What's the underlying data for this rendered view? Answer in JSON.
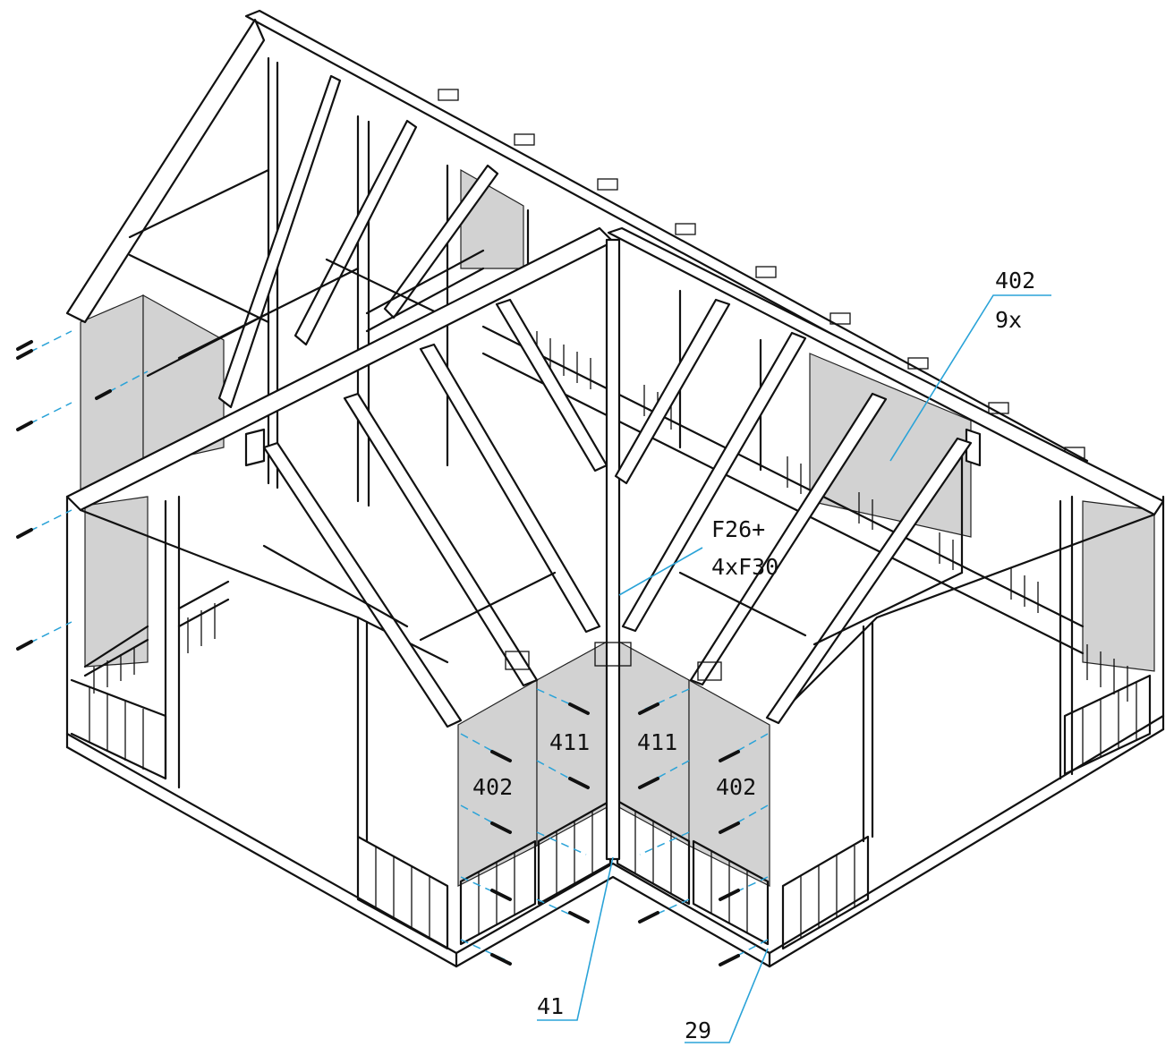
{
  "callouts": {
    "top_right_part": "402",
    "top_right_qty": "9x",
    "fastener_main": "F26+",
    "fastener_sub": "4xF30",
    "panel_left_outer": "402",
    "panel_left_inner": "411",
    "panel_right_inner": "411",
    "panel_right_outer": "402",
    "bottom_center": "41",
    "bottom_right": "29"
  },
  "colors": {
    "panel_fill": "#d2d2d2",
    "leader_line": "#2aa3d8",
    "outline": "#111111"
  }
}
